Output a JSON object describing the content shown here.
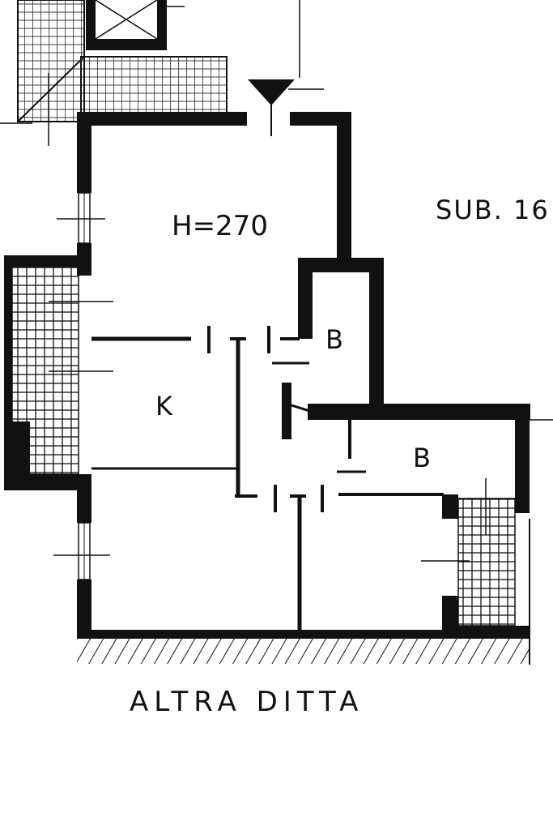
{
  "plan": {
    "height_label": "H=270",
    "unit_label": "SUB. 16",
    "neighbor_label": "ALTRA DITTA",
    "rooms": [
      {
        "id": "kitchen",
        "label": "K"
      },
      {
        "id": "bath-1",
        "label": "B"
      },
      {
        "id": "bath-2",
        "label": "B"
      }
    ]
  },
  "colors": {
    "ink": "#111111",
    "paper": "#ffffff"
  }
}
